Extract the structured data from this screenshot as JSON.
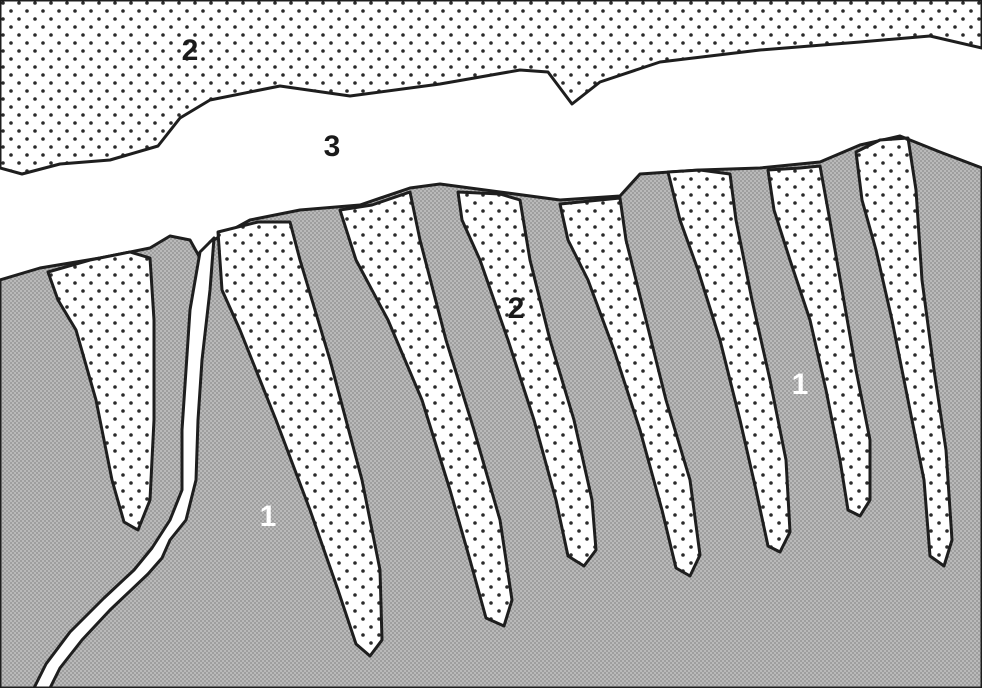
{
  "figure": {
    "labels": {
      "upper_layer": "2",
      "cavity": "3",
      "wedge_fill": "2",
      "host_rock_right": "1",
      "host_rock_left": "1"
    },
    "colors": {
      "host_rock": "#b9b9b9",
      "host_rock_dot": "#8a8a8a",
      "fill_background": "#ffffff",
      "fill_dot": "#2b2b2b",
      "outline": "#1e1e1e",
      "cavity": "#ffffff"
    }
  }
}
